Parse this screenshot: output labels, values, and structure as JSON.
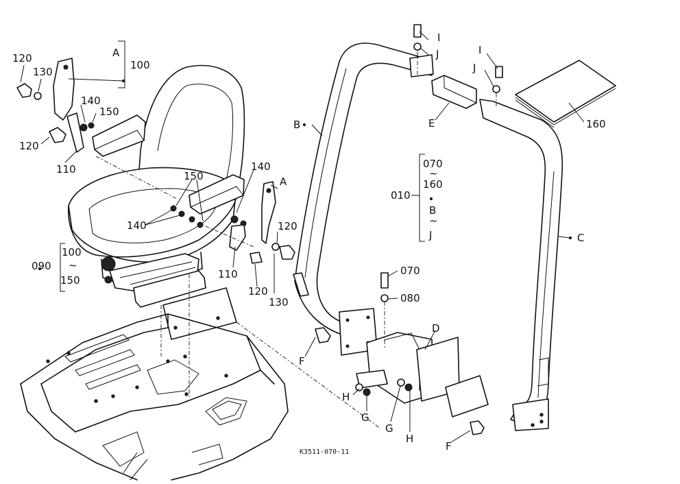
{
  "parts": {
    "p120a": "120",
    "p130a": "130",
    "p140a": "140",
    "p150a": "150",
    "p120b": "120",
    "p110a": "110",
    "grpA1": "A",
    "p100a": "100",
    "p150b": "150",
    "p140b": "140",
    "p140c": "140",
    "grpA2": "A",
    "p120c": "120",
    "p110b": "110",
    "p120d": "120",
    "p130b": "130",
    "g090": "090",
    "g090_from": "100",
    "g090_to": "150",
    "g090_sep": "~",
    "B": "B",
    "C": "C",
    "D": "D",
    "E": "E",
    "F1": "F",
    "F2": "F",
    "G1": "G",
    "G2": "G",
    "H1": "H",
    "H2": "H",
    "I1": "I",
    "I2": "I",
    "J1": "J",
    "J2": "J",
    "p070": "070",
    "p080": "080",
    "p160": "160",
    "g010": "010",
    "g010_a": "070",
    "g010_b": "160",
    "g010_c": "B",
    "g010_d": "J",
    "g010_sep1": "~",
    "g010_sep2": "~"
  },
  "figure_code": "K3511-070-11"
}
